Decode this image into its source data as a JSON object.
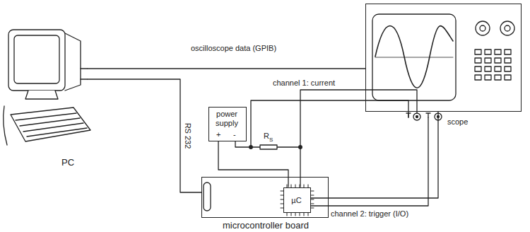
{
  "diagram": {
    "nodes": [
      {
        "text": [
          "PC"
        ]
      },
      {
        "text": [
          "scope"
        ]
      },
      {
        "text": [
          "power supply",
          "+",
          "-"
        ]
      },
      {
        "text": [
          "microcontroller board"
        ]
      },
      {
        "text": [
          "µC"
        ],
        "in": 3
      }
    ],
    "edges": [
      {
        "from": 0,
        "to": 1,
        "arrow": "none",
        "label": "oscilloscope data (GPIB)"
      },
      {
        "from": 0,
        "to": 3,
        "arrow": "none",
        "label": "RS 232"
      },
      {
        "from": 4,
        "to": 1,
        "arrow": "none",
        "label": "channel 2: trigger (I/O)"
      }
    ],
    "labels": [
      "channel 1: current",
      "R",
      "S"
    ]
  }
}
